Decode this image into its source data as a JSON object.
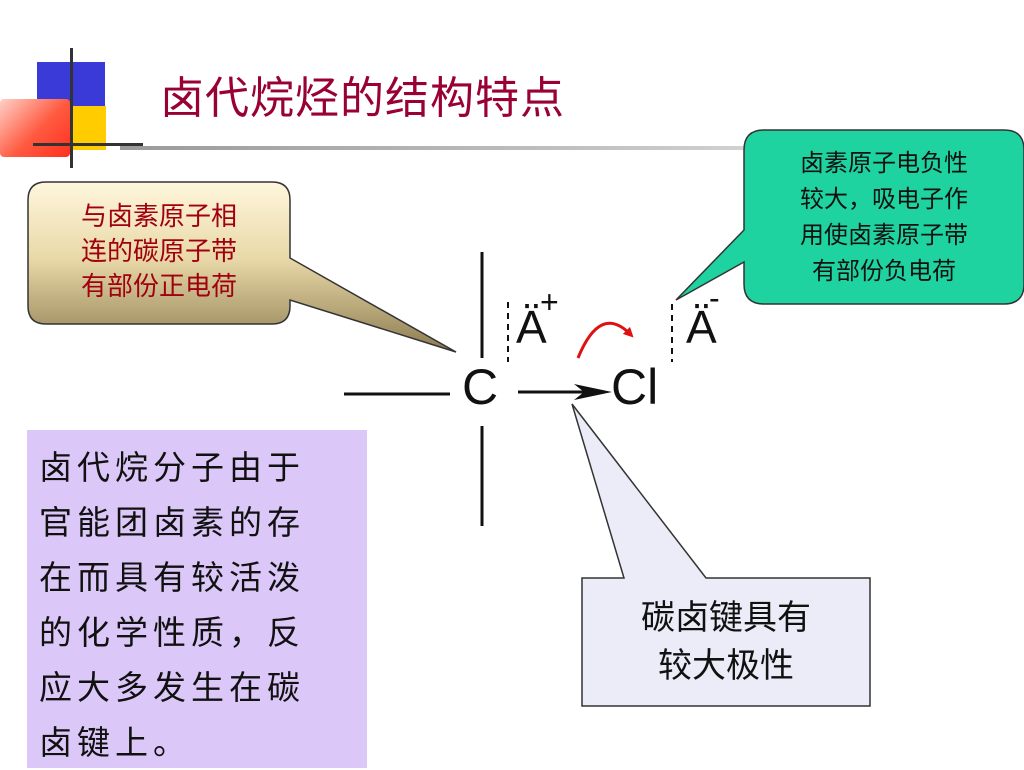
{
  "slide": {
    "title": "卤代烷烃的结构特点"
  },
  "callouts": {
    "carbon": {
      "lines": [
        "与卤素原子相",
        "连的碳原子带",
        "有部份正电荷"
      ],
      "text_color": "#a00010",
      "fill_color": "#8b7b50"
    },
    "halogen": {
      "lines": [
        "卤素原子电负性",
        "较大，吸电子作",
        "用使卤素原子带",
        "有部份负电荷"
      ],
      "fill_color": "#1ed3a0"
    },
    "polarity": {
      "lines": [
        "碳卤键具有",
        "较大极性"
      ],
      "fill_color": "#ececf8"
    }
  },
  "description": {
    "text": "卤代烷分子由于\n官能团卤素的存\n在而具有较活泼\n的化学性质，反\n应大多发生在碳\n卤键上。",
    "background_color": "#dcc8f8"
  },
  "structure": {
    "carbon_symbol": "C",
    "chlorine_symbol": "Cl",
    "partial_charge_symbol": "Ä",
    "positive_sign": "+",
    "negative_sign": "-",
    "arrow_color": "#e01010"
  },
  "colors": {
    "title": "#990033",
    "deco_blue": "#3a3ad8",
    "deco_yellow": "#ffcc00",
    "deco_red": "#ff3020"
  }
}
